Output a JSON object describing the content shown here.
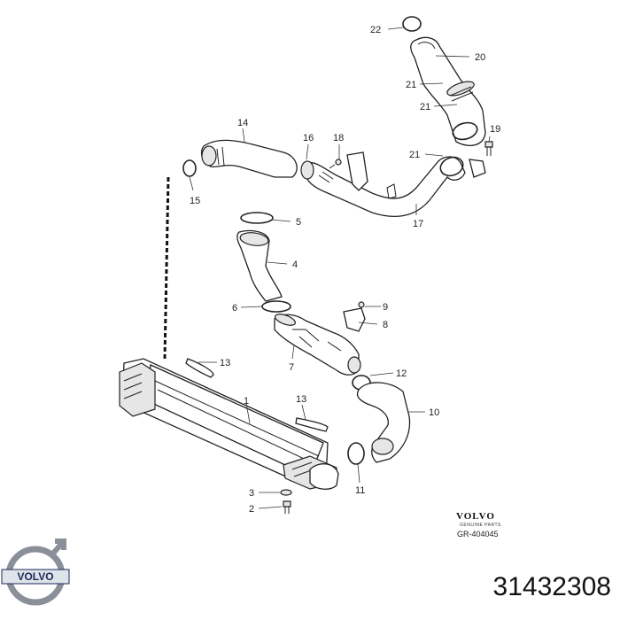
{
  "callouts": [
    "22",
    "20",
    "21",
    "21",
    "19",
    "21",
    "14",
    "16",
    "18",
    "15",
    "17",
    "5",
    "4",
    "6",
    "9",
    "8",
    "13",
    "7",
    "12",
    "1",
    "13",
    "10",
    "11",
    "3",
    "2"
  ],
  "brand": {
    "logo_text": "VOLVO",
    "small_mark": "VOLVO",
    "small_subtitle": "GENUINE PARTS",
    "drawing_ref": "GR-404045"
  },
  "part_number": "31432308"
}
